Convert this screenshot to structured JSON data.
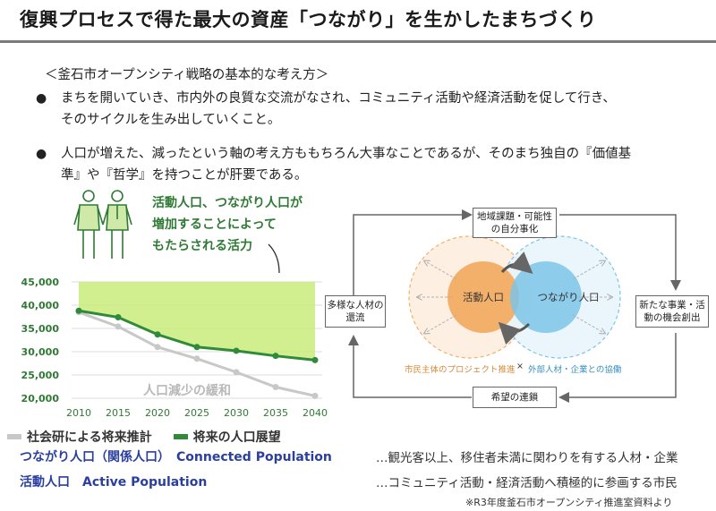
{
  "title": "復興プロセスで得た最大の資産「つながり」を生かしたまちづくり",
  "strategy": {
    "heading": "＜釜石市オープンシティ戦略の基本的な考え方＞",
    "bullets": [
      {
        "line1": "まちを開いていき、市内外の良質な交流がなされ、コミュニティ活動や経済活動を促して行き、",
        "line2": "そのサイクルを生み出していくこと。"
      },
      {
        "line1": "人口が増えた、減ったという軸の考え方ももちろん大事なことであるが、そのまち独自の『価値基",
        "line2": "準』や『哲学』を持つことが肝要である。"
      }
    ]
  },
  "annotation": {
    "line1": "活動人口、つながり人口が",
    "line2": "増加することによって",
    "line3": "もたらされる活力",
    "bottom": "人口減少の緩和"
  },
  "chart_data": {
    "type": "line",
    "x": [
      2010,
      2015,
      2020,
      2025,
      2030,
      2035,
      2040
    ],
    "ylim": [
      20000,
      45000
    ],
    "yticks": [
      "45,000",
      "40,000",
      "35,000",
      "30,000",
      "25,000",
      "20,000"
    ],
    "xticks": [
      "2010",
      "2015",
      "2020",
      "2025",
      "2030",
      "2035",
      "2040"
    ],
    "series": [
      {
        "name": "社会研による将来推計",
        "color": "#c8c8c8",
        "values": [
          38500,
          35400,
          31000,
          28500,
          25600,
          22400,
          20500
        ]
      },
      {
        "name": "将来の人口展望",
        "color": "#2f8a3a",
        "values": [
          38800,
          37400,
          33700,
          31000,
          30200,
          29100,
          28200
        ]
      }
    ],
    "fill_color": "#c9ec7a",
    "fill_top": 45000
  },
  "legend": [
    {
      "label": "社会研による将来推計",
      "color": "#c8c8c8"
    },
    {
      "label": "将来の人口展望",
      "color": "#2f8a3a"
    }
  ],
  "definitions": [
    {
      "term": "つながり人口（関係人口）　Connected Population",
      "desc": "…観光客以上、移住者未満に関わりを有する人材・企業"
    },
    {
      "term": "活動人口　Active Population",
      "desc": "…コミュニティ活動・経済活動へ積極的に参画する市民"
    }
  ],
  "source": "※R3年度釜石市オープンシティ推進室資料より",
  "diagram": {
    "top_box": "地域課題・可能性の自分事化",
    "left_box": "多様な人材の還流",
    "right_box": "新たな事業・活動の機会創出",
    "bottom_box": "希望の連鎖",
    "left_circle": "活動人口",
    "right_circle": "つながり人口",
    "caption_left": "市民主体のプロジェクト推進",
    "caption_x": "×",
    "caption_right": "外部人材・企業との協働",
    "colors": {
      "orange": "#f3b06a",
      "blue": "#7cc4e6",
      "arrow": "#666666"
    }
  }
}
